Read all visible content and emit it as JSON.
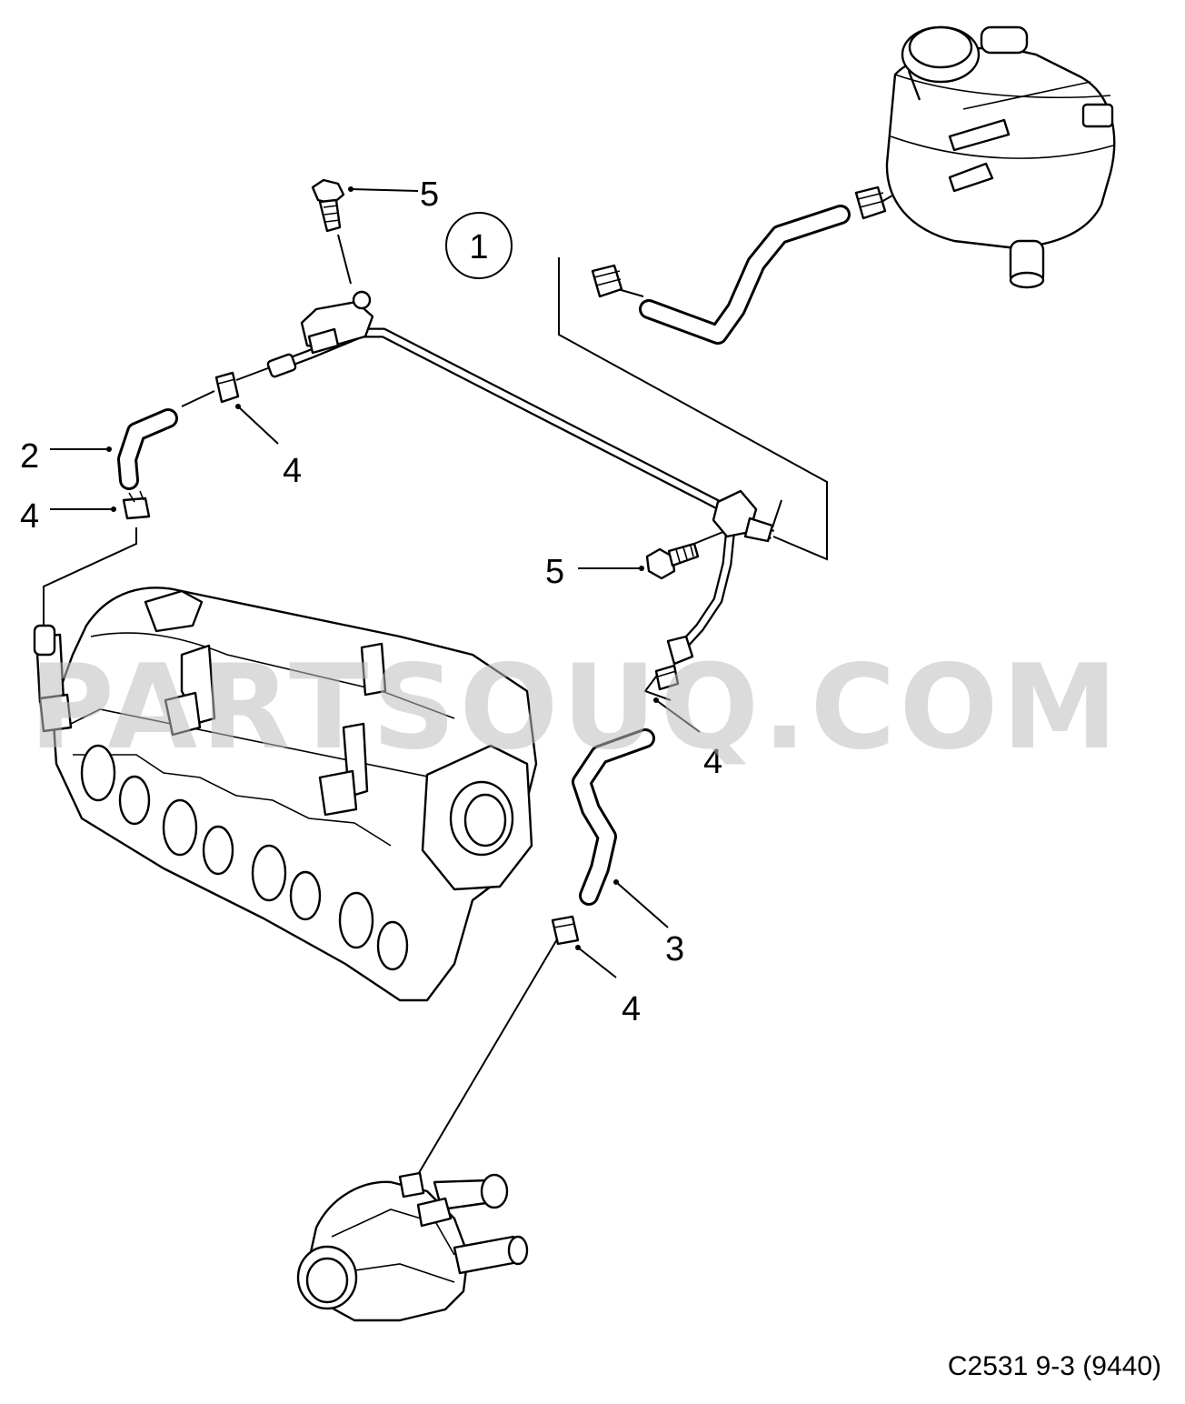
{
  "watermark": "PARTSOUQ.COM",
  "diagram_code": "C2531 9-3 (9440)",
  "assembly_callout": "1",
  "callouts": {
    "bolt_top": "5",
    "bolt_right": "5",
    "hose_2": "2",
    "hose_3": "3",
    "clamp_upper": "4",
    "clamp_left": "4",
    "clamp_right": "4",
    "clamp_lower": "4"
  }
}
